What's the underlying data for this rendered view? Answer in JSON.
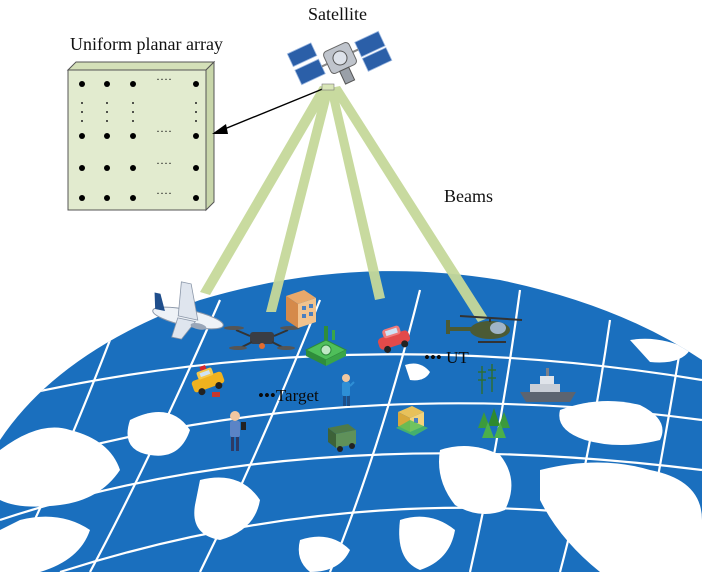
{
  "labels": {
    "satellite": "Satellite",
    "array": "Uniform planar array",
    "beams": "Beams",
    "target": "•••Target",
    "ut": "••• UT"
  },
  "array_dots": "····",
  "colors": {
    "ocean": "#1a6fbe",
    "land": "#ffffff",
    "grid": "#ffffff",
    "beam": "#c6d99a",
    "array_panel": "#e2ebcf",
    "array_side": "#c8d6aa"
  },
  "icons": [
    "satellite-icon",
    "airplane-icon",
    "drone-icon",
    "building-icon",
    "smart-city-icon",
    "car-icon",
    "helicopter-icon",
    "taxi-icon",
    "person-icon",
    "truck-icon",
    "house-icon",
    "antenna-icon",
    "ship-icon",
    "forest-icon"
  ]
}
